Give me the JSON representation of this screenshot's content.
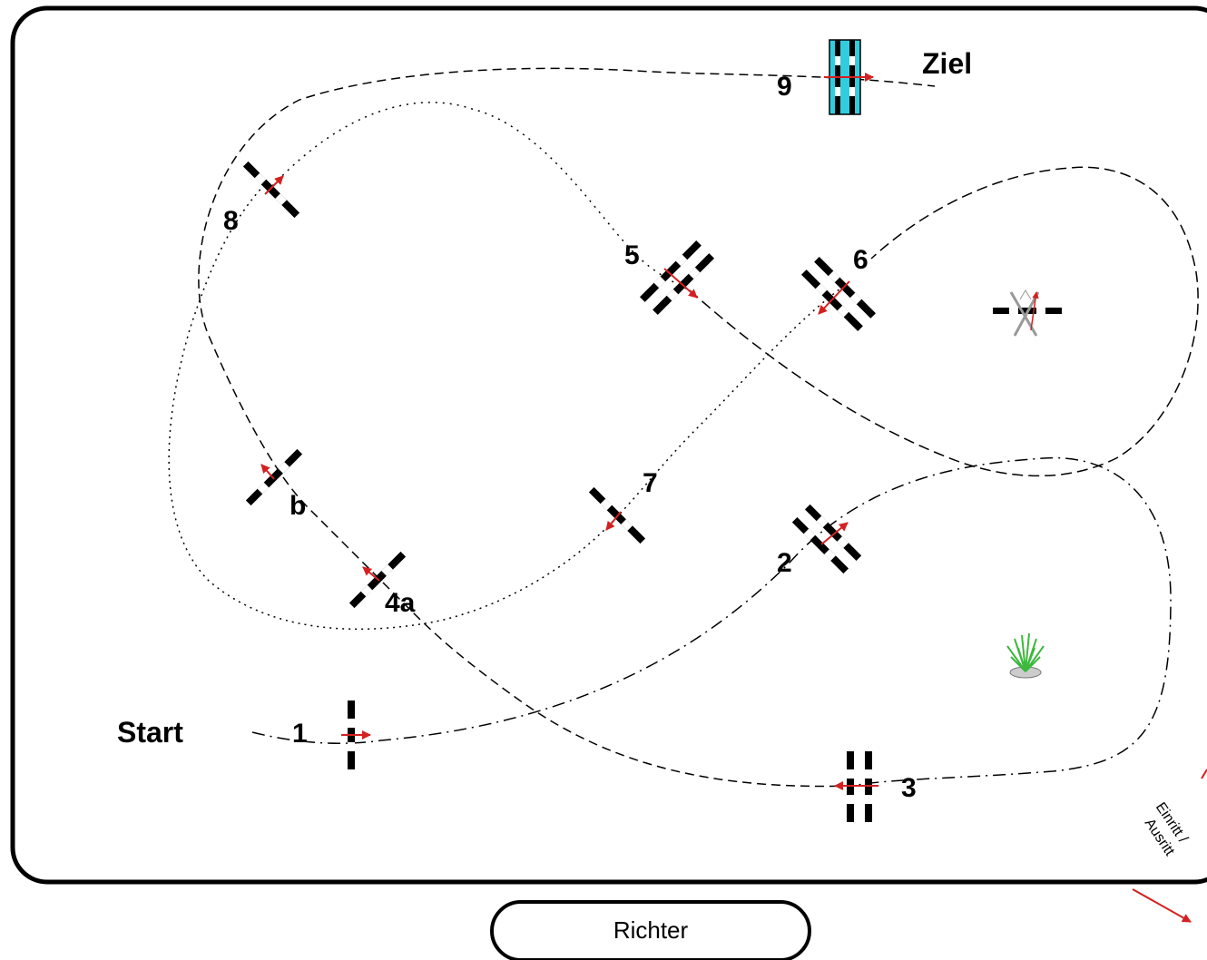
{
  "labels": {
    "start": "Start",
    "ziel": "Ziel",
    "obstacle_1": "1",
    "obstacle_2": "2",
    "obstacle_3": "3",
    "obstacle_4a": "4a",
    "obstacle_b": "b",
    "obstacle_5": "5",
    "obstacle_6": "6",
    "obstacle_7": "7",
    "obstacle_8": "8",
    "obstacle_9": "9",
    "entrance_line1": "Einritt /",
    "entrance_line2": "Ausritt",
    "judge": "Richter"
  },
  "colors": {
    "arena_border": "#000000",
    "path": "#000000",
    "direction_arrow": "#d42020",
    "finish_fence": "#33ccdd",
    "disabled_cross": "#999999",
    "plant": "#3cb83c"
  },
  "icons": {
    "direction": "red-arrow-icon",
    "plant": "grass-planter-icon",
    "disabled": "crossed-out-fence-icon"
  }
}
